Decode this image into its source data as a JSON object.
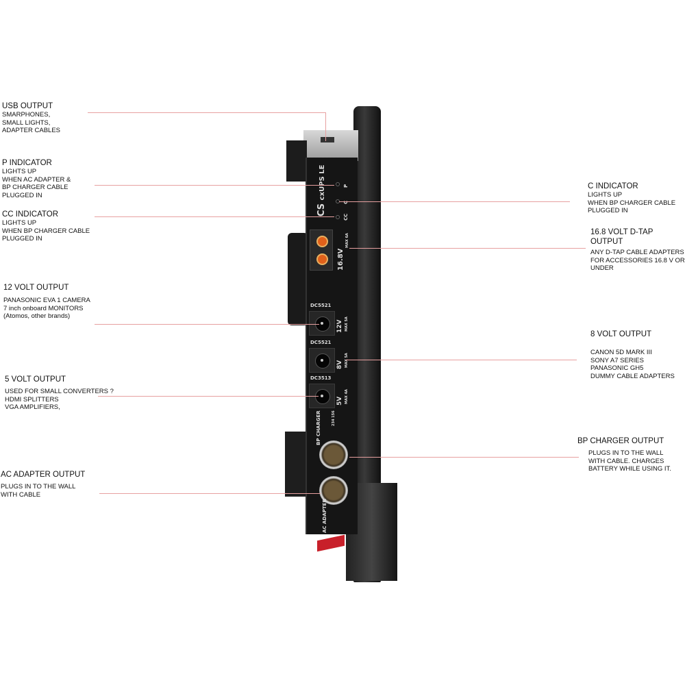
{
  "callouts_left": [
    {
      "title": "USB OUTPUT",
      "desc": "SMARPHONES,\nSMALL LIGHTS,\nADAPTER CABLES"
    },
    {
      "title": "P INDICATOR",
      "desc": "LIGHTS UP\nWHEN AC ADAPTER  &\nBP CHARGER CABLE\nPLUGGED IN"
    },
    {
      "title": "CC INDICATOR",
      "desc": "LIGHTS UP\nWHEN BP CHARGER CABLE\nPLUGGED IN"
    },
    {
      "title": "12 VOLT OUTPUT",
      "desc": "PANASONIC EVA 1 CAMERA\n7 inch onboard MONITORS\n(Atomos, other brands)"
    },
    {
      "title": "5 VOLT OUTPUT",
      "desc": "USED FOR SMALL CONVERTERS ?\nHDMI SPLITTERS\nVGA AMPLIFIERS,"
    },
    {
      "title": "AC ADAPTER OUTPUT",
      "desc": "PLUGS IN TO THE WALL\nWITH CABLE"
    }
  ],
  "callouts_right": [
    {
      "title": "C INDICATOR",
      "desc": "LIGHTS UP\nWHEN BP CHARGER CABLE\nPLUGGED IN"
    },
    {
      "title": "16.8 VOLT D-TAP OUTPUT",
      "desc": "ANY D-TAP CABLE ADAPTERS\nFOR ACCESSORIES 16.8 V OR\nUNDER"
    },
    {
      "title": "8 VOLT OUTPUT",
      "desc": "CANON 5D MARK III\nSONY A7 SERIES\nPANASONIC GH5\nDUMMY CABLE ADAPTERS"
    },
    {
      "title": "BP CHARGER OUTPUT",
      "desc": "PLUGS IN TO THE WALL\nWITH CABLE. CHARGES\nBATTERY WHILE USING IT."
    }
  ],
  "device": {
    "brand": "CS",
    "model": "cxUPS LE",
    "led_labels": [
      "P",
      "C",
      "CC"
    ],
    "dtap": "16.8V",
    "dtap_max": "MAX 6A",
    "ports": [
      {
        "type": "DC5521",
        "volt": "12V",
        "max": "MAX 5A"
      },
      {
        "type": "DC5521",
        "volt": "8V",
        "max": "MAX 5A"
      },
      {
        "type": "DC3513",
        "volt": "5V",
        "max": "MAX 4A"
      }
    ],
    "bp_charger": "BP CHARGER",
    "pinout": "234 156",
    "ac_adapter": "AC ADAPTER"
  }
}
